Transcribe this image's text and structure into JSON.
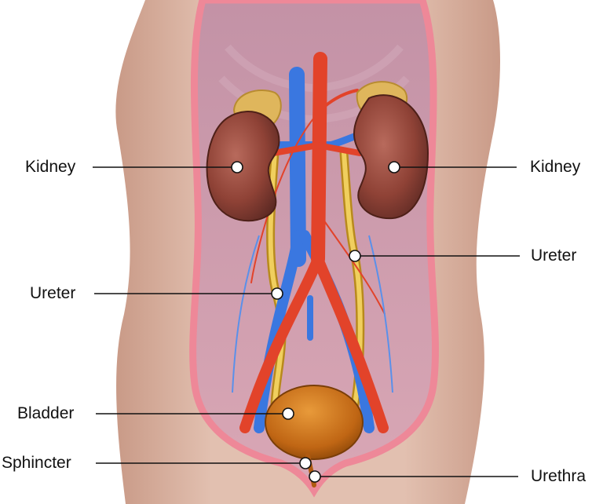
{
  "labels": {
    "kidney_left": "Kidney",
    "kidney_right": "Kidney",
    "ureter_left": "Ureter",
    "ureter_right": "Ureter",
    "bladder": "Bladder",
    "sphincter": "Sphincter",
    "urethra": "Urethra"
  },
  "colors": {
    "skin": "#d8b2a0",
    "cavity": "#c996a8",
    "cavity_rim": "#e88a9a",
    "kidney": "#9a4a3e",
    "adrenal": "#d9b25a",
    "vein": "#3f7fe6",
    "artery": "#e6432c",
    "ureter": "#e2bb47",
    "bladder": "#c46a16"
  }
}
